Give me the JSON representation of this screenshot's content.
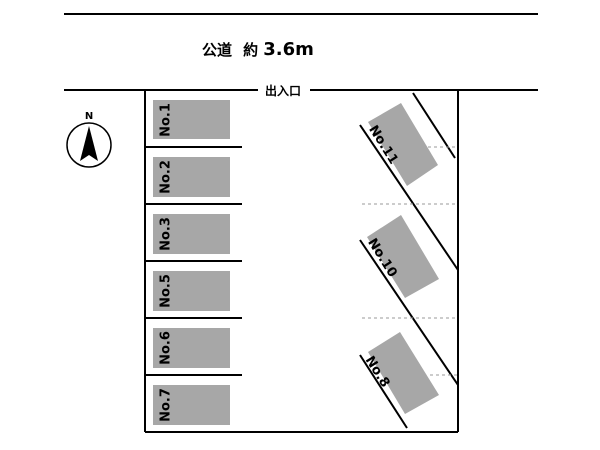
{
  "road": {
    "label": "公道",
    "width_prefix": "約",
    "width_value": "3.6m"
  },
  "entrance_label": "出入口",
  "compass": {
    "label": "N",
    "icon": "north-arrow-icon"
  },
  "colors": {
    "slot_fill": "#a7a7a7",
    "line": "#000000"
  },
  "slots_left": [
    {
      "id": "1",
      "label": "No.1"
    },
    {
      "id": "2",
      "label": "No.2"
    },
    {
      "id": "3",
      "label": "No.3"
    },
    {
      "id": "5",
      "label": "No.5"
    },
    {
      "id": "6",
      "label": "No.6"
    },
    {
      "id": "7",
      "label": "No.7"
    }
  ],
  "slots_right": [
    {
      "id": "11",
      "label": "No.11"
    },
    {
      "id": "10",
      "label": "No.10"
    },
    {
      "id": "8",
      "label": "No.8"
    }
  ]
}
